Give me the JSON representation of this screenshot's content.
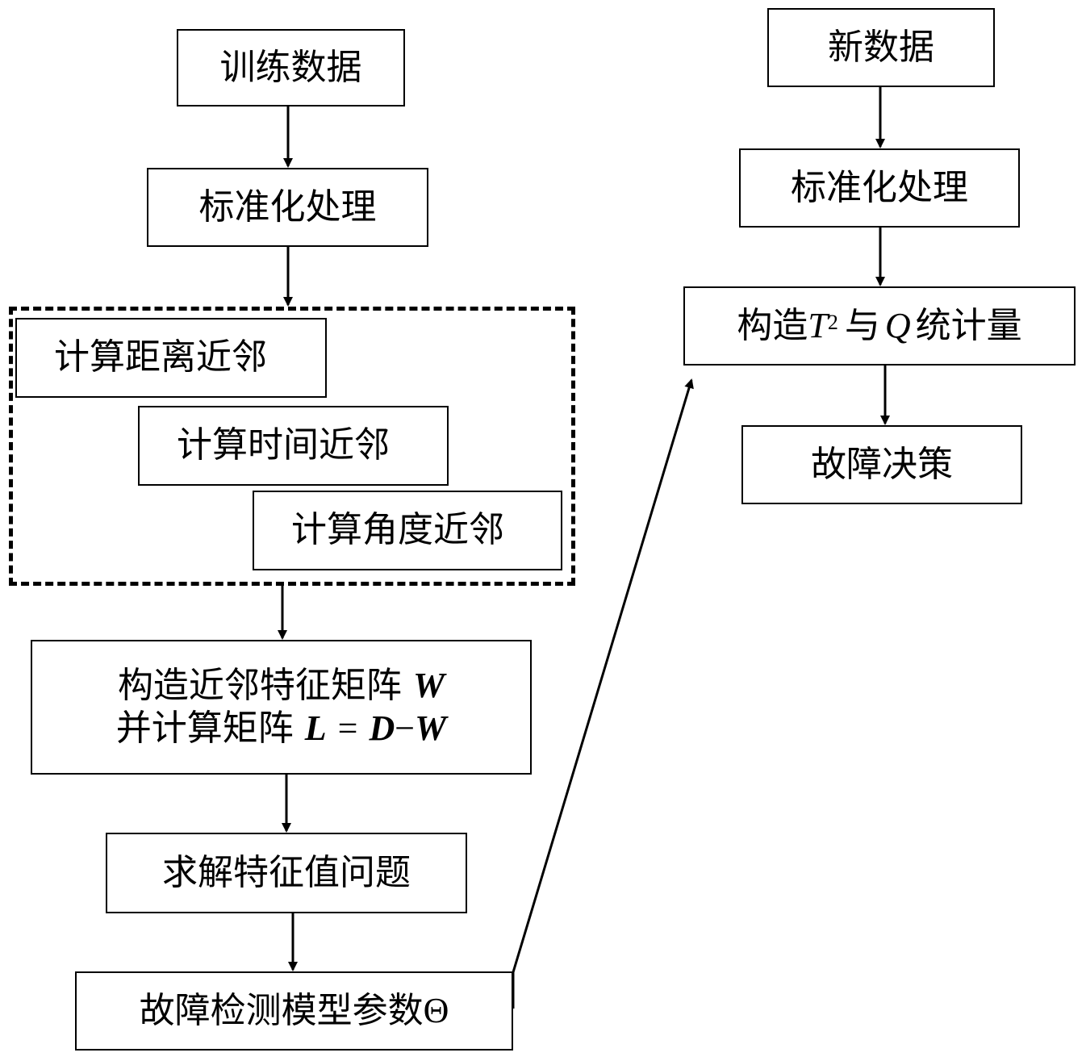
{
  "left": {
    "training_data": "训练数据",
    "standardize": "标准化处理",
    "distance_neighbors": "计算距离近邻",
    "time_neighbors": "计算时间近邻",
    "angle_neighbors": "计算角度近邻",
    "feature_matrix": {
      "line1_text": "构造近邻特征矩阵",
      "line1_symbol": "W",
      "line2_text": "并计算矩阵",
      "line2_L": "L",
      "line2_eq": "=",
      "line2_D": "D",
      "line2_minus": "−",
      "line2_W": "W"
    },
    "eigen_problem": "求解特征值问题",
    "model_params": {
      "text": "故障检测模型参数",
      "symbol": "Θ"
    }
  },
  "right": {
    "new_data": "新数据",
    "standardize": "标准化处理",
    "statistics": {
      "prefix": "构造",
      "T": "T",
      "T_exp": "2",
      "mid": "与",
      "Q": "Q",
      "suffix": "统计量"
    },
    "decision": "故障决策"
  }
}
